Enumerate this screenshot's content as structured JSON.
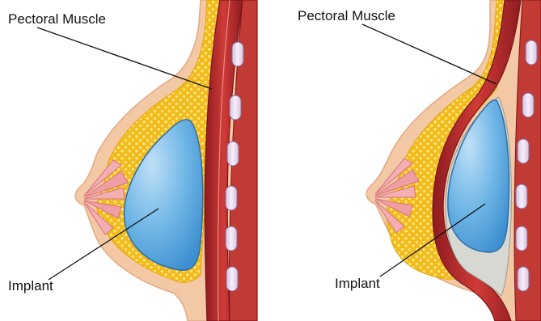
{
  "diagrams": [
    {
      "placement": "subglandular",
      "label_muscle": "Pectoral Muscle",
      "label_implant": "Implant"
    },
    {
      "placement": "submuscular",
      "label_muscle": "Pectoral Muscle",
      "label_implant": "Implant"
    }
  ],
  "colors": {
    "skin": "#f3c8a4",
    "skin_edge": "#e3a984",
    "fat": "#f4c21f",
    "fat_dot": "#fbe271",
    "muscle": "#b3242a",
    "muscle_light": "#d9554c",
    "implant": "#58a8e0",
    "implant_light": "#a9d4f2",
    "rib_cartilage": "#eadaf0",
    "gland": "#ef9fa4"
  },
  "icons": {
    "rib": "rib-cross-section",
    "gland": "mammary-gland-lobes"
  }
}
